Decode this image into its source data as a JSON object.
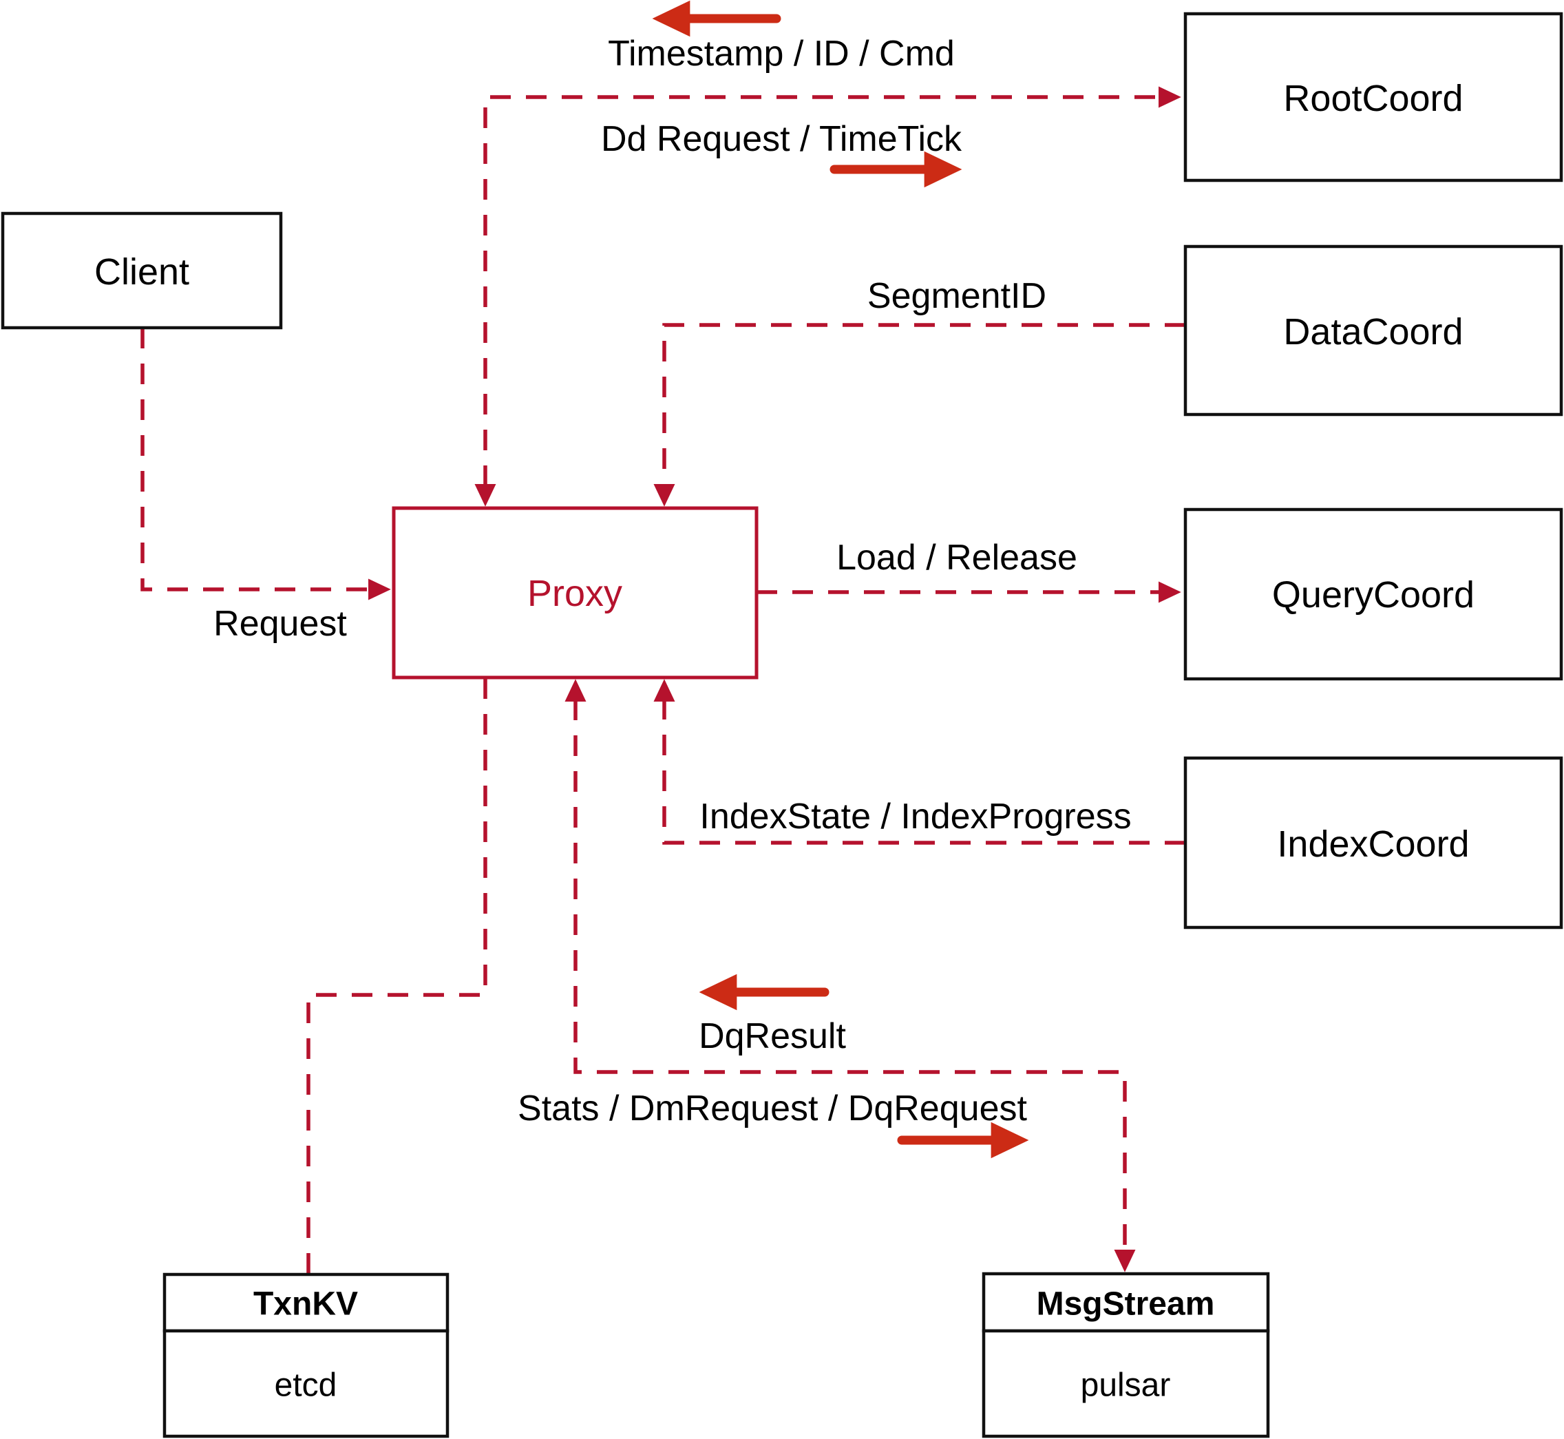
{
  "diagram": {
    "nodes": {
      "client": {
        "label": "Client"
      },
      "proxy": {
        "label": "Proxy"
      },
      "rootcoord": {
        "label": "RootCoord"
      },
      "datacoord": {
        "label": "DataCoord"
      },
      "querycoord": {
        "label": "QueryCoord"
      },
      "indexcoord": {
        "label": "IndexCoord"
      },
      "txnkv": {
        "title": "TxnKV",
        "subtitle": "etcd"
      },
      "msgstream": {
        "title": "MsgStream",
        "subtitle": "pulsar"
      }
    },
    "edge_labels": {
      "timestamp_id_cmd": "Timestamp / ID / Cmd",
      "dd_request_timetick": "Dd Request / TimeTick",
      "segment_id": "SegmentID",
      "request": "Request",
      "load_release": "Load / Release",
      "index_state_progress": "IndexState / IndexProgress",
      "dq_result": "DqResult",
      "stats_dm_dq_request": "Stats / DmRequest / DqRequest"
    },
    "colors": {
      "background": "#ffffff",
      "text": "#000000",
      "node_border": "#111111",
      "proxy_accent": "#b5122d",
      "edge_dashed": "#b5122d",
      "arrow_solid": "#cc2b15"
    }
  }
}
